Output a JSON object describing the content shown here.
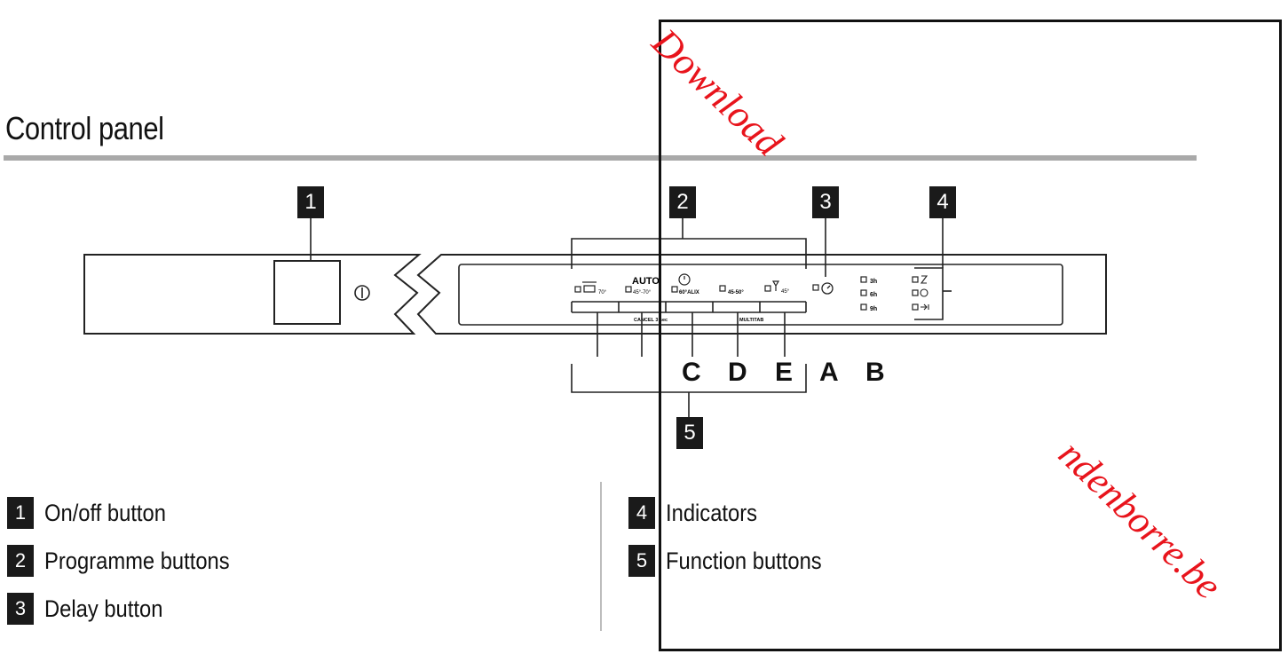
{
  "title": "Control panel",
  "callouts": [
    "1",
    "2",
    "3",
    "4",
    "5"
  ],
  "letters": [
    "C",
    "D",
    "E",
    "A",
    "B"
  ],
  "panel": {
    "auto_label": "AUTO",
    "buttons": [
      "70°",
      "45°-70°",
      "60°ALIX",
      "45-50°",
      "45°"
    ],
    "sub_labels": [
      "CANCEL 3 sec",
      "MULTITAB"
    ],
    "delay_options": [
      "3h",
      "6h",
      "9h"
    ]
  },
  "legend": [
    {
      "num": "1",
      "text": "On/off button"
    },
    {
      "num": "2",
      "text": "Programme buttons"
    },
    {
      "num": "3",
      "text": "Delay button"
    },
    {
      "num": "4",
      "text": "Indicators"
    },
    {
      "num": "5",
      "text": "Function buttons"
    }
  ],
  "watermark": {
    "top": "Download",
    "bottom": "ndenborre.be",
    "color": "#e8141c"
  }
}
